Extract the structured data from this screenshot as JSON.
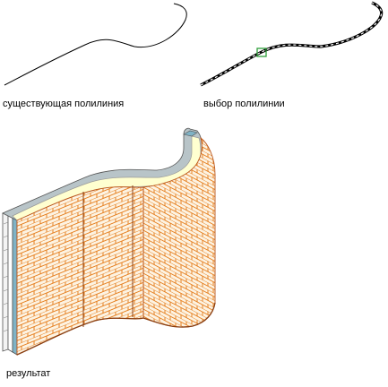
{
  "labels": {
    "existing_polyline": "существующая полилиния",
    "select_polyline": "выбор полилинии",
    "result": "результат"
  },
  "colors": {
    "line": "#000000",
    "selection_box": "#2e9e3a",
    "brick_fill": "#fdf3e2",
    "brick_mortar": "#e57d1c",
    "brick_dark": "#b9541a",
    "wall_top_yellow": "#ffffd0",
    "wall_top_gray": "#b8c4c8",
    "wall_core_blue": "#7fb3c6"
  },
  "icons": {
    "selection_grip": "green-square-grip-icon"
  }
}
